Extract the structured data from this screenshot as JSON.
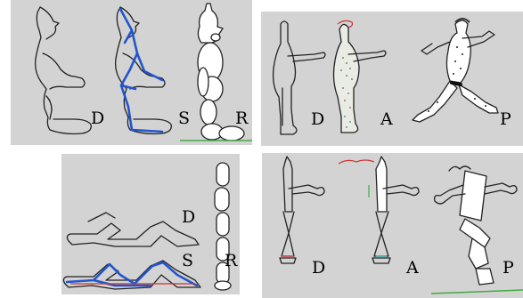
{
  "panels": {
    "top_left": {
      "labels": [
        "D",
        "S",
        "R"
      ]
    },
    "top_right": {
      "labels": [
        "D",
        "A",
        "P"
      ]
    },
    "bottom_left": {
      "labels": [
        "D",
        "S",
        "R"
      ]
    },
    "bottom_right": {
      "labels": [
        "D",
        "A",
        "P"
      ]
    }
  },
  "colors": {
    "panel_background": "#d3d3d3",
    "skeleton_line": "#2255cc",
    "ground_line": "#44aa44",
    "annotation": "#cc3333"
  }
}
